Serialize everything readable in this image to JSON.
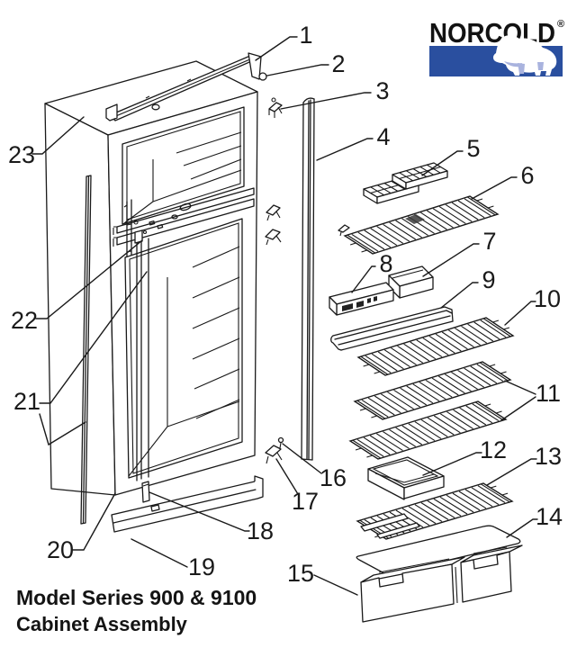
{
  "logo": {
    "brand": "NORCOLD",
    "registered_mark": "®"
  },
  "footer": {
    "line1": "Model Series 900 & 9100",
    "line2": "Cabinet Assembly"
  },
  "colors": {
    "logo_blue": "#2a4f9f",
    "bear_shadow": "#a9b3de",
    "line": "#1a1a1a",
    "paper": "#ffffff"
  },
  "callouts": [
    {
      "label": "1"
    },
    {
      "label": "2"
    },
    {
      "label": "3"
    },
    {
      "label": "4"
    },
    {
      "label": "5"
    },
    {
      "label": "6"
    },
    {
      "label": "7"
    },
    {
      "label": "8"
    },
    {
      "label": "9"
    },
    {
      "label": "10"
    },
    {
      "label": "11"
    },
    {
      "label": "12"
    },
    {
      "label": "13"
    },
    {
      "label": "14"
    },
    {
      "label": "15"
    },
    {
      "label": "16"
    },
    {
      "label": "17"
    },
    {
      "label": "18"
    },
    {
      "label": "19"
    },
    {
      "label": "20"
    },
    {
      "label": "21"
    },
    {
      "label": "22"
    },
    {
      "label": "23"
    }
  ]
}
